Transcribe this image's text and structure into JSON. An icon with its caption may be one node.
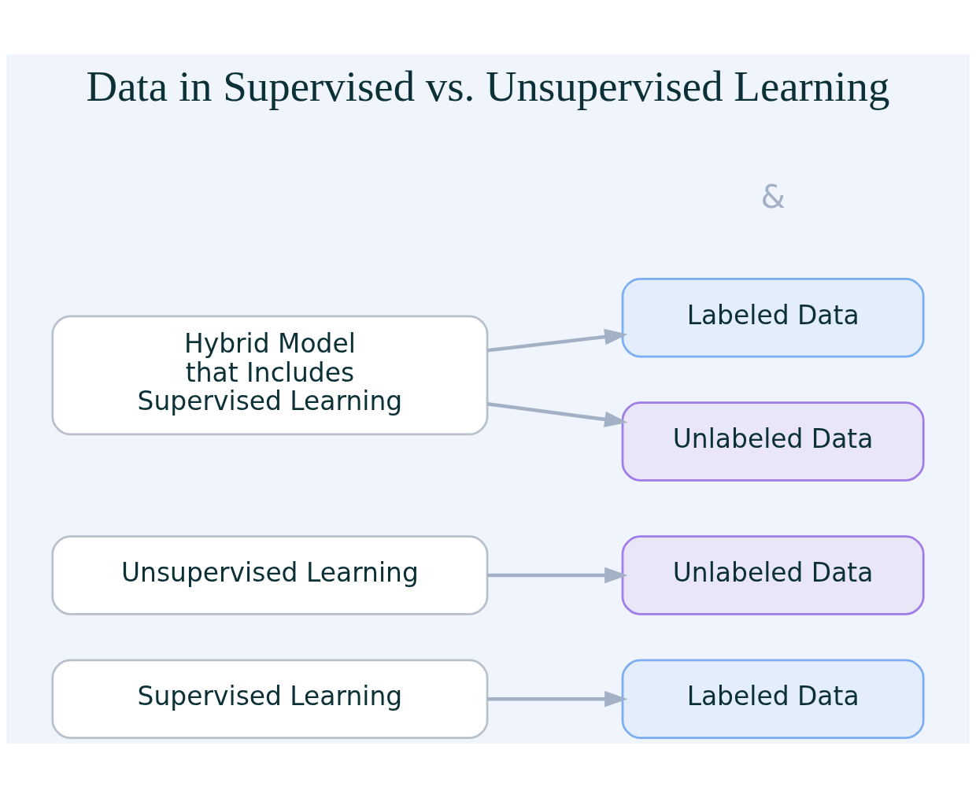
{
  "diagram": {
    "title": "Data in Supervised vs. Unsupervised Learning",
    "nodes": [
      {
        "text": [
          "Supervised Learning"
        ]
      },
      {
        "text": [
          "Labeled Data"
        ]
      },
      {
        "text": [
          "Unsupervised Learning"
        ]
      },
      {
        "text": [
          "Unlabeled Data"
        ]
      },
      {
        "text": [
          "Hybrid Model that Includes Supervised Learning"
        ]
      },
      {
        "text": [
          "Labeled Data"
        ]
      },
      {
        "text": [
          "Unlabeled Data"
        ]
      }
    ],
    "edges": [
      {
        "from": 0,
        "to": 1,
        "arrow": "to"
      },
      {
        "from": 2,
        "to": 3,
        "arrow": "to"
      },
      {
        "from": 4,
        "to": 5,
        "arrow": "to"
      },
      {
        "from": 4,
        "to": 6,
        "arrow": "to"
      }
    ],
    "labels": [
      "&"
    ]
  }
}
